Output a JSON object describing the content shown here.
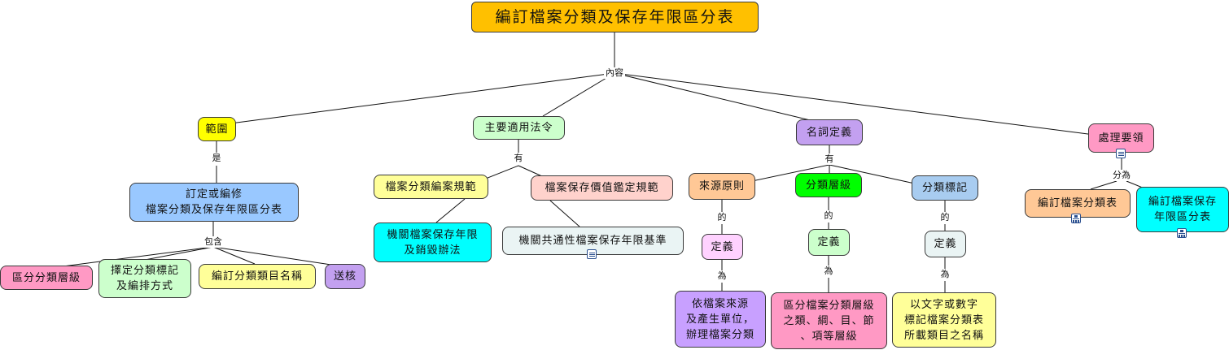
{
  "colors": {
    "orange": "#ffc000",
    "yellow": "#ffff00",
    "mint": "#ccffcc",
    "lilac": "#c3a0f0",
    "pink": "#ff99c4",
    "blue": "#99c8ff",
    "paleyellow": "#ffff99",
    "peach": "#ffc896",
    "salmon": "#ffd2cc",
    "cyan": "#00ffff",
    "lightgray": "#eaf4f4",
    "green": "#00ff00",
    "skyblue": "#a8ccf0",
    "palepink": "#ffd2ff",
    "purple": "#c8a0ff"
  },
  "nodes": {
    "root": "編訂檔案分類及保存年限區分表",
    "scope": "範圍",
    "laws": "主要適用法令",
    "terms": "名詞定義",
    "handling": "處理要領",
    "compile_revise": "訂定或編修\n檔案分類及保存年限區分表",
    "law_classification": "檔案分類編案規範",
    "law_value": "檔案保存價值鑑定規範",
    "law_agency_disposal": "機關檔案保存年限\n及銷毀辦法",
    "law_common_standard": "機關共通性檔案保存年限基準",
    "source_principle": "來源原則",
    "class_level": "分類層級",
    "class_mark": "分類標記",
    "def_source": "定義",
    "def_level": "定義",
    "def_mark": "定義",
    "desc_source": "依檔案來源\n及產生單位，\n辦理檔案分類",
    "desc_level": "區分檔案分類層級\n之類、綱、目、節\n、項等層級",
    "desc_mark": "以文字或數字\n標記檔案分類表\n所載類目之名稱",
    "inc_level": "區分分類層級",
    "inc_method": "擇定分類標記\n及編排方式",
    "inc_name": "編訂分類類目名稱",
    "inc_review": "送核",
    "hand_table": "編訂檔案分類表",
    "hand_retention": "編訂檔案保存\n年限區分表"
  },
  "links": {
    "content": "內容",
    "is": "是",
    "includes": "包含",
    "has_laws": "有",
    "has_terms": "有",
    "of_source": "的",
    "of_level": "的",
    "of_mark": "的",
    "as_source": "為",
    "as_level": "為",
    "as_mark": "為",
    "divided": "分為"
  }
}
